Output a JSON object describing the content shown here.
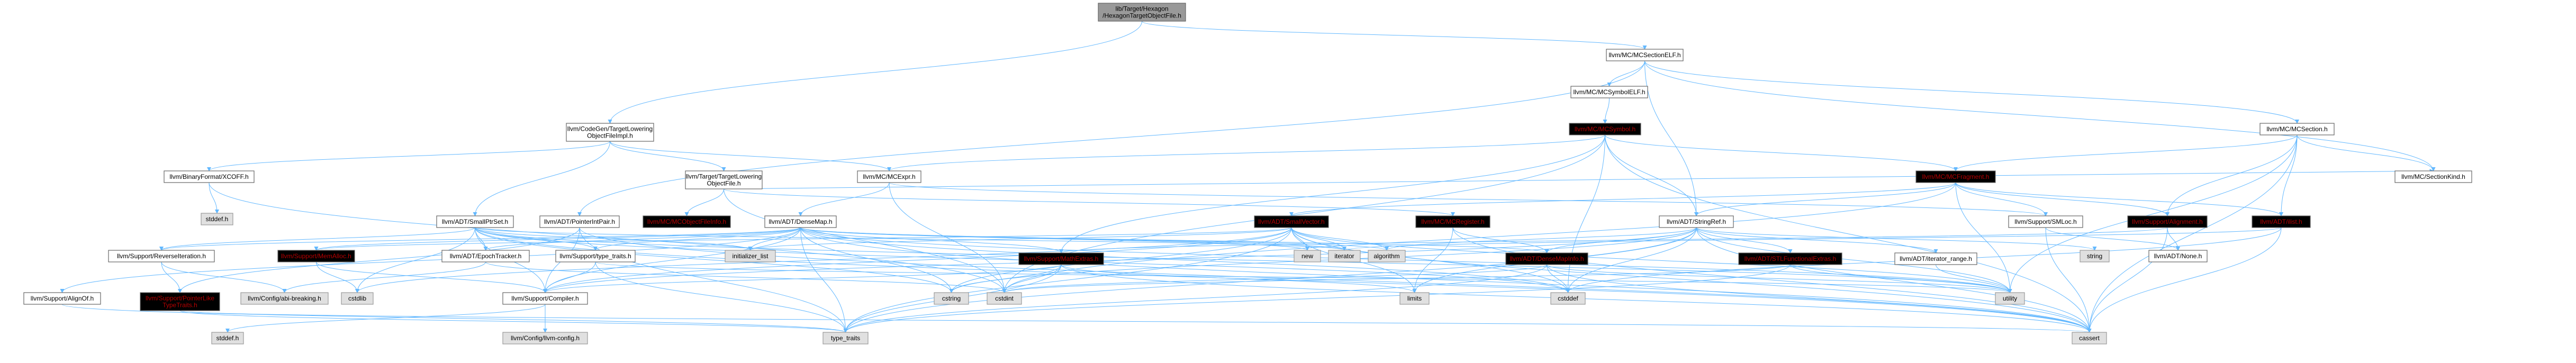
{
  "colors": {
    "edge": "#63b8ff",
    "node_border": "#666666",
    "root_fill": "#999999",
    "system_fill": "#e0e0e0",
    "red_text": "#b60000"
  },
  "nodes": [
    {
      "id": "root",
      "label": [
        "lib/Target/Hexagon",
        "/HexagonTargetObjectFile.h"
      ],
      "style": "root"
    },
    {
      "id": "tlofimpl",
      "label": [
        "llvm/CodeGen/TargetLowering",
        "ObjectFileImpl.h"
      ],
      "style": "std"
    },
    {
      "id": "secelf",
      "label": [
        "llvm/MC/MCSectionELF.h"
      ],
      "style": "std"
    },
    {
      "id": "symelf",
      "label": [
        "llvm/MC/MCSymbolELF.h"
      ],
      "style": "std"
    },
    {
      "id": "mcsymbol",
      "label": [
        "llvm/MC/MCSymbol.h"
      ],
      "style": "red"
    },
    {
      "id": "mcsection",
      "label": [
        "llvm/MC/MCSection.h"
      ],
      "style": "std"
    },
    {
      "id": "binformat",
      "label": [
        "llvm/BinaryFormat/XCOFF.h"
      ],
      "style": "std"
    },
    {
      "id": "stddef_h",
      "label": [
        "stddef.h"
      ],
      "style": "sys"
    },
    {
      "id": "smallptrset",
      "label": [
        "llvm/ADT/SmallPtrSet.h"
      ],
      "style": "std"
    },
    {
      "id": "tlof",
      "label": [
        "llvm/Target/TargetLowering",
        "ObjectFile.h"
      ],
      "style": "std"
    },
    {
      "id": "mcexpr",
      "label": [
        "llvm/MC/MCExpr.h"
      ],
      "style": "std"
    },
    {
      "id": "mcfragment",
      "label": [
        "llvm/MC/MCFragment.h"
      ],
      "style": "red"
    },
    {
      "id": "sectionkind",
      "label": [
        "llvm/MC/SectionKind.h"
      ],
      "style": "std"
    },
    {
      "id": "ptrpair",
      "label": [
        "llvm/ADT/PointerIntPair.h"
      ],
      "style": "std"
    },
    {
      "id": "objfileinfo",
      "label": [
        "llvm/MC/MCObjectFileInfo.h"
      ],
      "style": "red"
    },
    {
      "id": "densemap",
      "label": [
        "llvm/ADT/DenseMap.h"
      ],
      "style": "std"
    },
    {
      "id": "smallvector",
      "label": [
        "llvm/ADT/SmallVector.h"
      ],
      "style": "red"
    },
    {
      "id": "mcregister",
      "label": [
        "llvm/MC/MCRegister.h"
      ],
      "style": "red"
    },
    {
      "id": "stringref",
      "label": [
        "llvm/ADT/StringRef.h"
      ],
      "style": "std"
    },
    {
      "id": "smloc",
      "label": [
        "llvm/Support/SMLoc.h"
      ],
      "style": "std"
    },
    {
      "id": "alignment",
      "label": [
        "llvm/Support/Alignment.h"
      ],
      "style": "red"
    },
    {
      "id": "ilist",
      "label": [
        "llvm/ADT/ilist.h"
      ],
      "style": "red"
    },
    {
      "id": "reverseiter",
      "label": [
        "llvm/Support/ReverseIteration.h"
      ],
      "style": "std"
    },
    {
      "id": "memalloc",
      "label": [
        "llvm/Support/MemAlloc.h"
      ],
      "style": "red"
    },
    {
      "id": "epochtracker",
      "label": [
        "llvm/ADT/EpochTracker.h"
      ],
      "style": "std"
    },
    {
      "id": "typetraits_s",
      "label": [
        "llvm/Support/type_traits.h"
      ],
      "style": "std"
    },
    {
      "id": "initlist",
      "label": [
        "initializer_list"
      ],
      "style": "sys"
    },
    {
      "id": "new_h",
      "label": [
        "new"
      ],
      "style": "sys"
    },
    {
      "id": "iterator",
      "label": [
        "iterator"
      ],
      "style": "sys"
    },
    {
      "id": "algorithm",
      "label": [
        "algorithm"
      ],
      "style": "sys"
    },
    {
      "id": "mathextras",
      "label": [
        "llvm/Support/MathExtras.h"
      ],
      "style": "red"
    },
    {
      "id": "densemapinfo",
      "label": [
        "llvm/ADT/DenseMapInfo.h"
      ],
      "style": "red"
    },
    {
      "id": "stlfunc",
      "label": [
        "llvm/ADT/STLFunctionalExtras.h"
      ],
      "style": "red"
    },
    {
      "id": "iterrange",
      "label": [
        "llvm/ADT/iterator_range.h"
      ],
      "style": "std"
    },
    {
      "id": "string_h",
      "label": [
        "string"
      ],
      "style": "sys"
    },
    {
      "id": "none",
      "label": [
        "llvm/ADT/None.h"
      ],
      "style": "std"
    },
    {
      "id": "alignof",
      "label": [
        "llvm/Support/AlignOf.h"
      ],
      "style": "std"
    },
    {
      "id": "ptrliketypetraits",
      "label": [
        "llvm/Support/PointerLike",
        "TypeTraits.h"
      ],
      "style": "red"
    },
    {
      "id": "abibreaking",
      "label": [
        "llvm/Config/abi-breaking.h"
      ],
      "style": "sys"
    },
    {
      "id": "cstdlib",
      "label": [
        "cstdlib"
      ],
      "style": "sys"
    },
    {
      "id": "compiler",
      "label": [
        "llvm/Support/Compiler.h"
      ],
      "style": "std"
    },
    {
      "id": "cstring",
      "label": [
        "cstring"
      ],
      "style": "sys"
    },
    {
      "id": "cstdint",
      "label": [
        "cstdint"
      ],
      "style": "sys"
    },
    {
      "id": "limits",
      "label": [
        "limits"
      ],
      "style": "sys"
    },
    {
      "id": "cstddef",
      "label": [
        "cstddef"
      ],
      "style": "sys"
    },
    {
      "id": "utility",
      "label": [
        "utility"
      ],
      "style": "sys"
    },
    {
      "id": "stddef2",
      "label": [
        "stddef.h"
      ],
      "style": "sys"
    },
    {
      "id": "llvmconfig",
      "label": [
        "llvm/Config/llvm-config.h"
      ],
      "style": "sys"
    },
    {
      "id": "type_traits",
      "label": [
        "type_traits"
      ],
      "style": "sys"
    },
    {
      "id": "cassert",
      "label": [
        "cassert"
      ],
      "style": "sys"
    }
  ],
  "edges": [
    [
      "root",
      "tlofimpl"
    ],
    [
      "root",
      "secelf"
    ],
    [
      "tlofimpl",
      "binformat"
    ],
    [
      "tlofimpl",
      "smallptrset"
    ],
    [
      "tlofimpl",
      "tlof"
    ],
    [
      "tlofimpl",
      "mcexpr"
    ],
    [
      "secelf",
      "symelf"
    ],
    [
      "secelf",
      "mcsection"
    ],
    [
      "secelf",
      "sectionkind"
    ],
    [
      "secelf",
      "stringref"
    ],
    [
      "secelf",
      "ptrpair"
    ],
    [
      "symelf",
      "mcsymbol"
    ],
    [
      "mcsymbol",
      "mcexpr"
    ],
    [
      "mcsymbol",
      "mcfragment"
    ],
    [
      "mcsymbol",
      "stringref"
    ],
    [
      "mcsymbol",
      "mathextras"
    ],
    [
      "mcsymbol",
      "cstdint"
    ],
    [
      "mcsymbol",
      "cstddef"
    ],
    [
      "mcsymbol",
      "cassert"
    ],
    [
      "mcsection",
      "mcfragment"
    ],
    [
      "mcsection",
      "sectionkind"
    ],
    [
      "mcsection",
      "alignment"
    ],
    [
      "mcsection",
      "ilist"
    ],
    [
      "mcsection",
      "cassert"
    ],
    [
      "mcsection",
      "utility"
    ],
    [
      "binformat",
      "stddef_h"
    ],
    [
      "binformat",
      "cstdint"
    ],
    [
      "smallptrset",
      "reverseiter"
    ],
    [
      "smallptrset",
      "epochtracker"
    ],
    [
      "smallptrset",
      "typetraits_s"
    ],
    [
      "smallptrset",
      "initlist"
    ],
    [
      "smallptrset",
      "iterator"
    ],
    [
      "smallptrset",
      "compiler"
    ],
    [
      "smallptrset",
      "cassert"
    ],
    [
      "smallptrset",
      "cstddef"
    ],
    [
      "smallptrset",
      "cstdlib"
    ],
    [
      "smallptrset",
      "cstring"
    ],
    [
      "smallptrset",
      "utility"
    ],
    [
      "tlof",
      "objfileinfo"
    ],
    [
      "tlof",
      "mcregister"
    ],
    [
      "tlof",
      "sectionkind"
    ],
    [
      "tlof",
      "cstdint"
    ],
    [
      "mcexpr",
      "densemap"
    ],
    [
      "mcexpr",
      "smloc"
    ],
    [
      "mcexpr",
      "cstdint"
    ],
    [
      "mcfragment",
      "smallvector"
    ],
    [
      "mcfragment",
      "stringref"
    ],
    [
      "mcfragment",
      "smloc"
    ],
    [
      "mcfragment",
      "alignment"
    ],
    [
      "mcfragment",
      "ilist"
    ],
    [
      "mcfragment",
      "cstdint"
    ],
    [
      "mcfragment",
      "utility"
    ],
    [
      "ptrpair",
      "ptrliketypetraits"
    ],
    [
      "ptrpair",
      "compiler"
    ],
    [
      "ptrpair",
      "type_traits"
    ],
    [
      "ptrpair",
      "cassert"
    ],
    [
      "densemap",
      "densemapinfo"
    ],
    [
      "densemap",
      "epochtracker"
    ],
    [
      "densemap",
      "memalloc"
    ],
    [
      "densemap",
      "reverseiter"
    ],
    [
      "densemap",
      "typetraits_s"
    ],
    [
      "densemap",
      "mathextras"
    ],
    [
      "densemap",
      "alignof"
    ],
    [
      "densemap",
      "compiler"
    ],
    [
      "densemap",
      "algorithm"
    ],
    [
      "densemap",
      "cassert"
    ],
    [
      "densemap",
      "cstddef"
    ],
    [
      "densemap",
      "cstring"
    ],
    [
      "densemap",
      "initlist"
    ],
    [
      "densemap",
      "iterator"
    ],
    [
      "densemap",
      "new_h"
    ],
    [
      "densemap",
      "type_traits"
    ],
    [
      "densemap",
      "utility"
    ],
    [
      "smallvector",
      "compiler"
    ],
    [
      "smallvector",
      "type_traits"
    ],
    [
      "smallvector",
      "algorithm"
    ],
    [
      "smallvector",
      "cassert"
    ],
    [
      "smallvector",
      "cstddef"
    ],
    [
      "smallvector",
      "cstdlib"
    ],
    [
      "smallvector",
      "cstring"
    ],
    [
      "smallvector",
      "functional"
    ],
    [
      "smallvector",
      "initlist"
    ],
    [
      "smallvector",
      "iterator"
    ],
    [
      "smallvector",
      "limits"
    ],
    [
      "smallvector",
      "memalloc"
    ],
    [
      "smallvector",
      "new_h"
    ],
    [
      "smallvector",
      "utility"
    ],
    [
      "mcregister",
      "densemapinfo"
    ],
    [
      "mcregister",
      "cassert"
    ],
    [
      "mcregister",
      "limits"
    ],
    [
      "stringref",
      "densemapinfo"
    ],
    [
      "stringref",
      "stlfunc"
    ],
    [
      "stringref",
      "iterrange"
    ],
    [
      "stringref",
      "compiler"
    ],
    [
      "stringref",
      "algorithm"
    ],
    [
      "stringref",
      "cassert"
    ],
    [
      "stringref",
      "cstddef"
    ],
    [
      "stringref",
      "cstring"
    ],
    [
      "stringref",
      "limits"
    ],
    [
      "stringref",
      "string_h"
    ],
    [
      "stringref",
      "type_traits"
    ],
    [
      "stringref",
      "utility"
    ],
    [
      "smloc",
      "none"
    ],
    [
      "smloc",
      "cassert"
    ],
    [
      "alignment",
      "mathextras"
    ],
    [
      "alignment",
      "cassert"
    ],
    [
      "alignment",
      "none"
    ],
    [
      "ilist",
      "cassert"
    ],
    [
      "ilist",
      "cstddef"
    ],
    [
      "ilist",
      "iterator"
    ],
    [
      "reverseiter",
      "ptrliketypetraits"
    ],
    [
      "reverseiter",
      "abibreaking"
    ],
    [
      "memalloc",
      "compiler"
    ],
    [
      "memalloc",
      "cstdlib"
    ],
    [
      "epochtracker",
      "abibreaking"
    ],
    [
      "epochtracker",
      "cstdint"
    ],
    [
      "typetraits_s",
      "compiler"
    ],
    [
      "typetraits_s",
      "type_traits"
    ],
    [
      "typetraits_s",
      "utility"
    ],
    [
      "mathextras",
      "compiler"
    ],
    [
      "mathextras",
      "cassert"
    ],
    [
      "mathextras",
      "climits"
    ],
    [
      "mathextras",
      "cstdint"
    ],
    [
      "mathextras",
      "cstring"
    ],
    [
      "mathextras",
      "limits"
    ],
    [
      "mathextras",
      "type_traits"
    ],
    [
      "densemapinfo",
      "cassert"
    ],
    [
      "densemapinfo",
      "cstddef"
    ],
    [
      "densemapinfo",
      "cstdint"
    ],
    [
      "densemapinfo",
      "tuple"
    ],
    [
      "densemapinfo",
      "type_traits"
    ],
    [
      "densemapinfo",
      "utility"
    ],
    [
      "stlfunc",
      "type_traits"
    ],
    [
      "stlfunc",
      "utility"
    ],
    [
      "stlfunc",
      "cstdint"
    ],
    [
      "iterrange",
      "utility"
    ],
    [
      "alignof",
      "type_traits"
    ],
    [
      "ptrliketypetraits",
      "cassert"
    ],
    [
      "ptrliketypetraits",
      "type_traits"
    ],
    [
      "compiler",
      "llvmconfig"
    ],
    [
      "compiler",
      "stddef2"
    ]
  ]
}
